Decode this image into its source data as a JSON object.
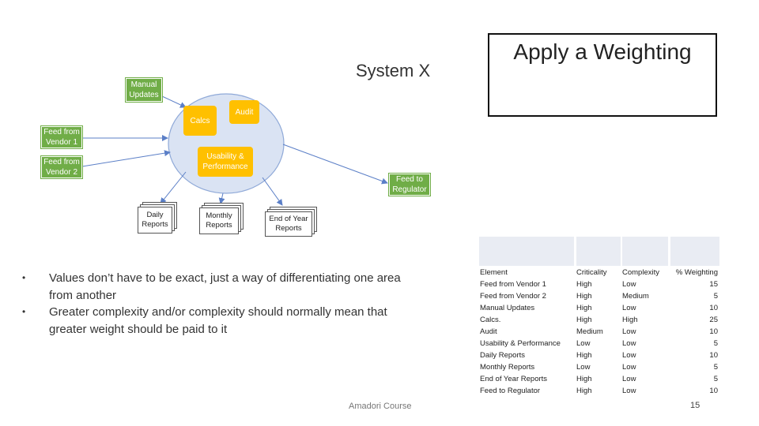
{
  "diagram": {
    "title": "System X",
    "nodes": {
      "manual_updates": "Manual Updates",
      "feed_vendor1": "Feed from Vendor 1",
      "feed_vendor2": "Feed from Vendor 2",
      "calcs": "Calcs",
      "audit": "Audit",
      "usability": "Usability & Performance",
      "feed_regulator": "Feed to Regulator",
      "daily_reports": "Daily Reports",
      "monthly_reports": "Monthly Reports",
      "eoy_reports": "End of Year Reports"
    },
    "colors": {
      "input_box": "#70ad47",
      "component_box": "#ffc000",
      "system_circle": "#dae3f3",
      "circle_border": "#8fa9d8",
      "arrow": "#5b7fc7"
    }
  },
  "weighting": {
    "title": "Apply a Weighting"
  },
  "bullets": [
    "Values don’t have to be exact, just a way of differentiating one area from another",
    "Greater complexity and/or complexity should normally mean that greater weight should be paid to it"
  ],
  "table": {
    "headers": [
      "Element",
      "Criticality",
      "Complexity",
      "% Weighting"
    ],
    "rows": [
      [
        "Feed from Vendor 1",
        "High",
        "Low",
        "15"
      ],
      [
        "Feed from Vendor 2",
        "High",
        "Medium",
        "5"
      ],
      [
        "Manual Updates",
        "High",
        "Low",
        "10"
      ],
      [
        "Calcs.",
        "High",
        "High",
        "25"
      ],
      [
        "Audit",
        "Medium",
        "Low",
        "10"
      ],
      [
        "Usability & Performance",
        "Low",
        "Low",
        "5"
      ],
      [
        "Daily Reports",
        "High",
        "Low",
        "10"
      ],
      [
        "Monthly Reports",
        "Low",
        "Low",
        "5"
      ],
      [
        "End of Year Reports",
        "High",
        "Low",
        "5"
      ],
      [
        "Feed to Regulator",
        "High",
        "Low",
        "10"
      ]
    ]
  },
  "footer": "Amadori Course",
  "page_number": "15"
}
